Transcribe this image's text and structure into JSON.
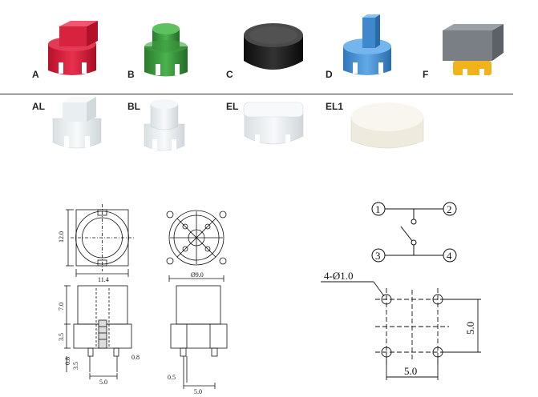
{
  "caps": {
    "row1": [
      {
        "label": "A",
        "color": "#d61f3a"
      },
      {
        "label": "B",
        "color": "#3a9a3c"
      },
      {
        "label": "C",
        "color": "#1e1e1e"
      },
      {
        "label": "D",
        "color": "#4a94d6"
      },
      {
        "label": "F",
        "color": "#7a7f85",
        "accent": "#f2b21b"
      }
    ],
    "row2": [
      {
        "label": "AL",
        "color": "#eef2f3"
      },
      {
        "label": "BL",
        "color": "#e6edf2"
      },
      {
        "label": "EL",
        "color": "#f1f3f3"
      },
      {
        "label": "EL1",
        "color": "#f6f4ec"
      }
    ]
  },
  "drawing": {
    "top_view": {
      "height": "12.0",
      "width": "11.4"
    },
    "bottom_view": {
      "diameter": "Ø9.0"
    },
    "side_view_left": {
      "cap_height": "7.0",
      "body_height": "3.5",
      "pin_a": "0.8",
      "pin_b": "3.5",
      "base": "5.0",
      "offset": "0.8"
    },
    "side_view_right": {
      "pin_width": "0.5",
      "base": "5.0"
    }
  },
  "circuit": {
    "terminals": [
      "1",
      "2",
      "3",
      "4"
    ]
  },
  "footprint": {
    "holes": "4-Ø1.0",
    "pitch_x": "5.0",
    "pitch_y": "5.0"
  }
}
